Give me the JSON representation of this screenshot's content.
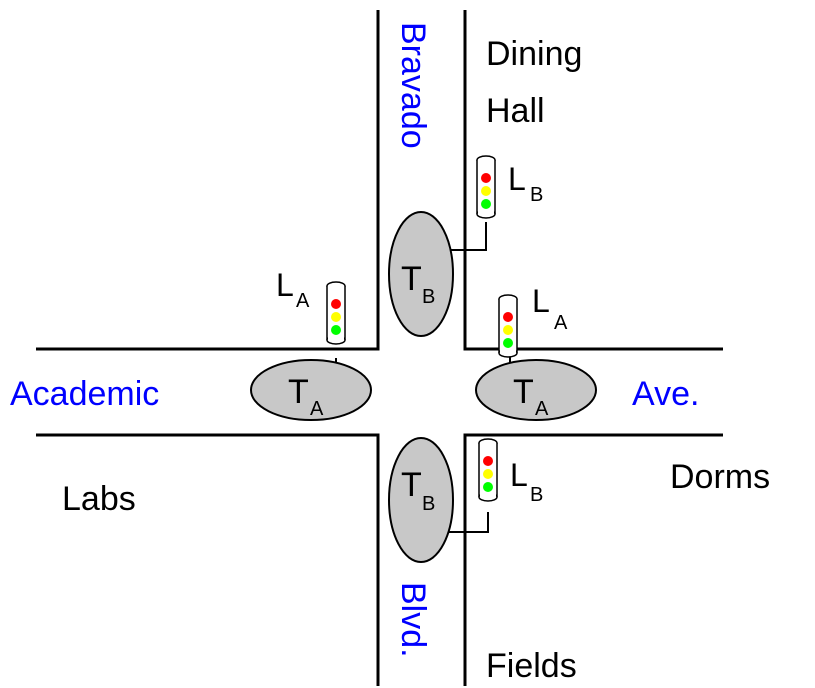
{
  "streets": {
    "horizontal_left": "Academic",
    "horizontal_right": "Ave.",
    "vertical_top": "Bravado",
    "vertical_bottom": "Blvd."
  },
  "buildings": {
    "top_right_line1": "Dining",
    "top_right_line2": "Hall",
    "bottom_left": "Labs",
    "bottom_right": "Dorms",
    "bottom_right_lower": "Fields"
  },
  "sensors": {
    "main": "T",
    "sub_a": "A",
    "sub_b": "B"
  },
  "lights": {
    "main": "L",
    "sub_a": "A",
    "sub_b": "B"
  },
  "colors": {
    "street_label": "#0000ff",
    "sensor_fill": "#c8c8c8",
    "lamp_red": "#ff0000",
    "lamp_yellow": "#ffff00",
    "lamp_green": "#00ff00"
  }
}
